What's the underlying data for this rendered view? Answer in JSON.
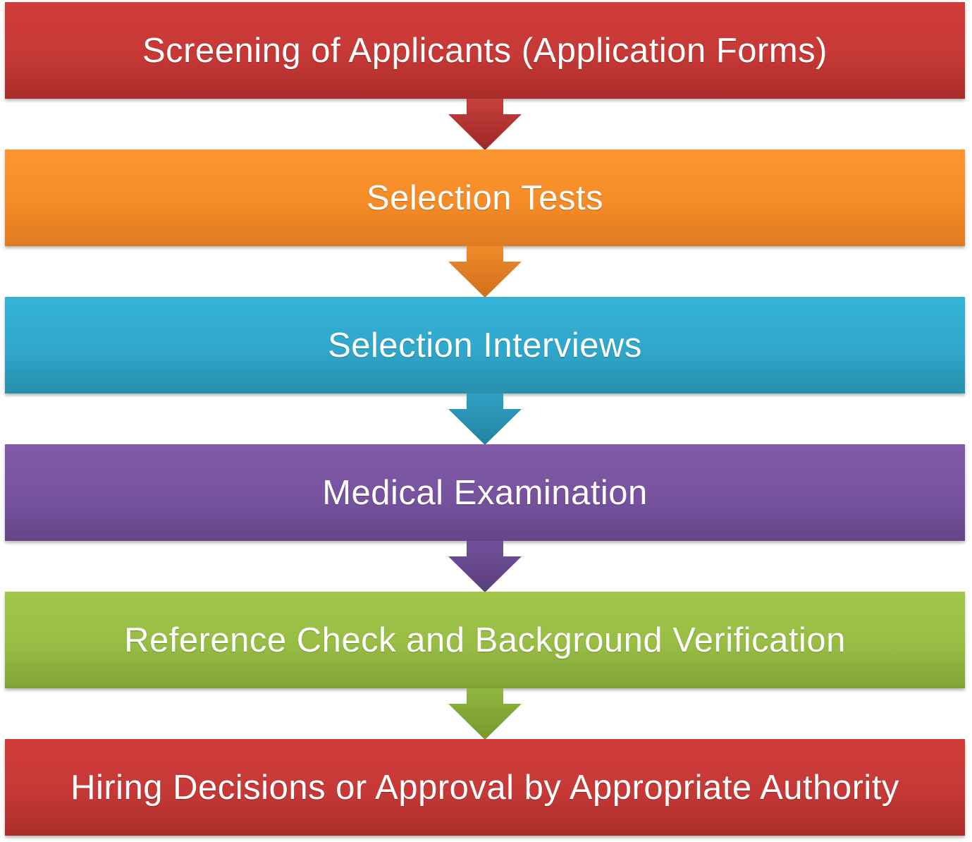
{
  "steps": [
    {
      "label": "Screening of Applicants (Application Forms)"
    },
    {
      "label": "Selection Tests"
    },
    {
      "label": "Selection Interviews"
    },
    {
      "label": "Medical Examination"
    },
    {
      "label": "Reference Check and Background Verification"
    },
    {
      "label": "Hiring Decisions or Approval by Appropriate Authority"
    }
  ],
  "colors": {
    "step_1": "#c63936",
    "step_2": "#f58c27",
    "step_3": "#30a7cb",
    "step_4": "#77539f",
    "step_5": "#97bd44",
    "step_6": "#c63936",
    "arrow_1": "#b1312f",
    "arrow_2": "#e27c22",
    "arrow_3": "#2a95b4",
    "arrow_4": "#684a8c",
    "arrow_5": "#86a93a"
  }
}
